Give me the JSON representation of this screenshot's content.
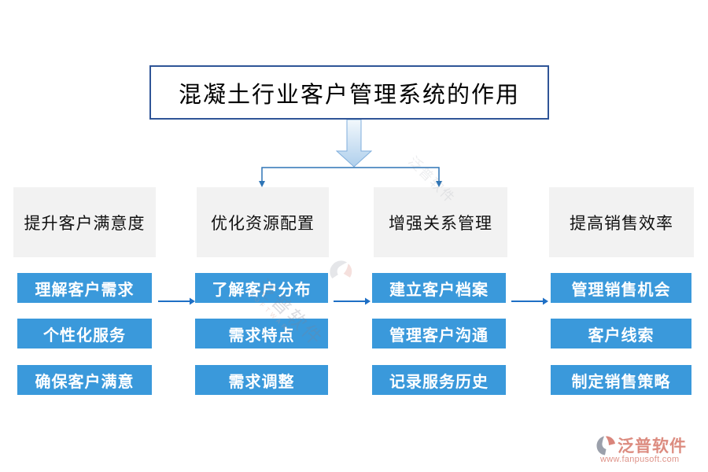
{
  "title": {
    "text": "混凝土行业客户管理系统的作用"
  },
  "columns": [
    {
      "header": "提升客户满意度",
      "items": [
        "理解客户需求",
        "个性化服务",
        "确保客户满意"
      ]
    },
    {
      "header": "优化资源配置",
      "items": [
        "了解客户分布",
        "需求特点",
        "需求调整"
      ]
    },
    {
      "header": "增强关系管理",
      "items": [
        "建立客户档案",
        "管理客户沟通",
        "记录服务历史"
      ]
    },
    {
      "header": "提高销售效率",
      "items": [
        "管理销售机会",
        "客户线索",
        "制定销售策略"
      ]
    }
  ],
  "watermark": {
    "brand": "泛普软件",
    "sub": "SOFTWARE"
  },
  "footer": {
    "brand": "泛普软件",
    "url": "www.fanpusoft.com"
  },
  "colors": {
    "item_blue": "#3A99DB",
    "connector_blue": "#2E75B6",
    "arrow_blue": "#1E6FC5",
    "title_border": "#2F5597",
    "header_gray": "#F2F2F2",
    "big_arrow_top": "#F2F8FC",
    "big_arrow_bottom": "#AFCFEC",
    "brand_salmon": "#DC8C80",
    "icon_gray": "#9BA0AB"
  }
}
